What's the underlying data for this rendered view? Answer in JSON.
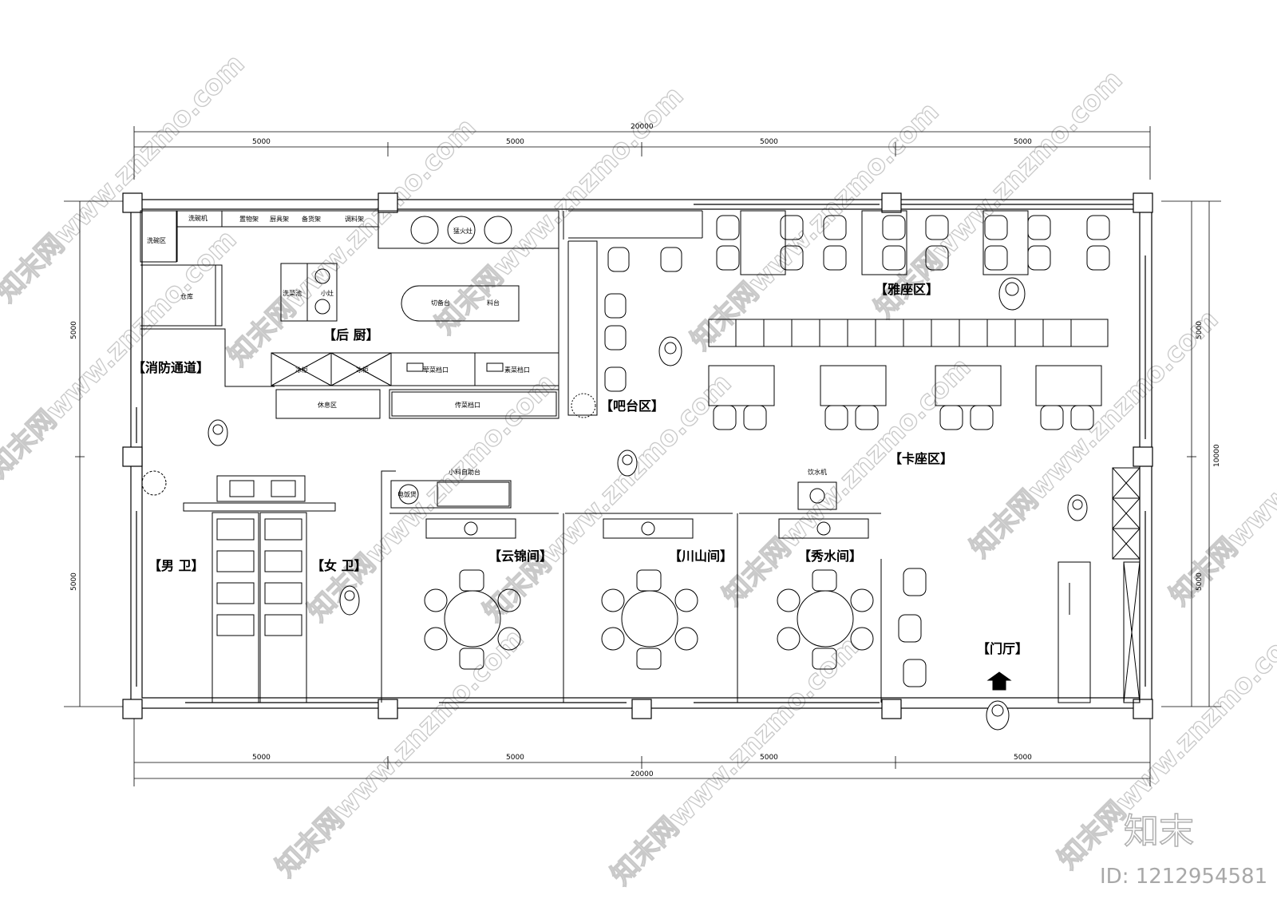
{
  "dimensions": {
    "total": "20000",
    "segments": [
      "5000",
      "5000",
      "5000",
      "5000"
    ],
    "left": [
      "5000",
      "5000"
    ],
    "right_total": "10000",
    "right": [
      "5000",
      "5000"
    ]
  },
  "rooms": {
    "kitchen": "【后 厨】",
    "fire_exit": "【消防通道】",
    "bar": "【吧台区】",
    "elegant_seating": "【雅座区】",
    "booth_seating": "【卡座区】",
    "mens_restroom": "【男 卫】",
    "womens_restroom": "【女 卫】",
    "room_1": "【云锦间】",
    "room_2": "【川山间】",
    "room_3": "【秀水间】",
    "lobby": "【门厅】"
  },
  "fixtures": {
    "dish_area": "洗碗区",
    "dishwasher": "洗碗机",
    "storage_rack": "置物架",
    "utensil_rack": "厨具架",
    "stock_rack": "备货架",
    "seasoning_rack": "调料架",
    "stove": "猛火灶",
    "warehouse": "仓库",
    "veg_sink": "洗菜池",
    "small_stove": "小灶",
    "cutting_table": "切备台",
    "ingredient_table": "料台",
    "fridge_1": "冰柜",
    "fridge_2": "冰柜",
    "meat_window": "荤菜档口",
    "veg_window": "素菜档口",
    "rest_area": "休息区",
    "serving_window": "传菜档口",
    "condiment_station": "小料自助台",
    "rice_cooker": "电饭煲",
    "water_dispenser": "饮水机"
  },
  "watermark": {
    "text": "知末网www.znzmo.com",
    "brand": "知末",
    "id": "ID: 1212954581"
  }
}
